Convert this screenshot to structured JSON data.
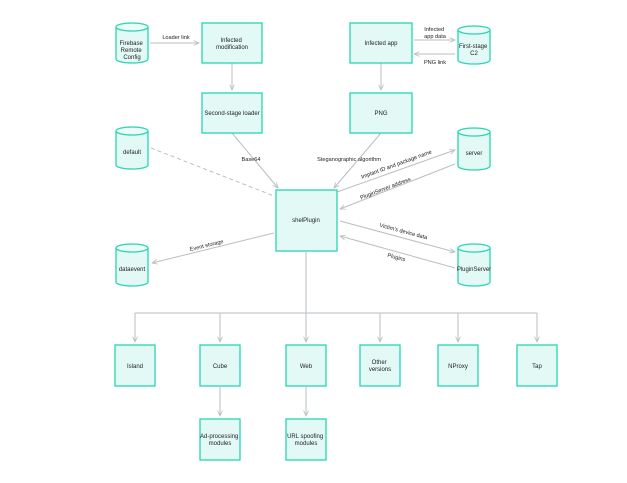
{
  "nodes": {
    "firebase": {
      "lines": [
        "Firebase",
        "Remote",
        "Config"
      ]
    },
    "infected_mod": {
      "lines": [
        "Infected",
        "modification"
      ]
    },
    "infected_app": {
      "lines": [
        "Infected app"
      ]
    },
    "first_stage": {
      "lines": [
        "First-stage",
        "C2"
      ]
    },
    "second_loader": {
      "lines": [
        "Second-stage loader"
      ]
    },
    "png": {
      "lines": [
        "PNG"
      ]
    },
    "default": {
      "lines": [
        "default"
      ]
    },
    "server": {
      "lines": [
        "server"
      ]
    },
    "shelplugin": {
      "lines": [
        "shelPlugin"
      ]
    },
    "dataevent": {
      "lines": [
        "dataevent"
      ]
    },
    "pluginserver": {
      "lines": [
        "PluginServer"
      ]
    },
    "island": {
      "lines": [
        "Island"
      ]
    },
    "cube": {
      "lines": [
        "Cube"
      ]
    },
    "web": {
      "lines": [
        "Web"
      ]
    },
    "other": {
      "lines": [
        "Other",
        "versions"
      ]
    },
    "nproxy": {
      "lines": [
        "NProxy"
      ]
    },
    "tap": {
      "lines": [
        "Tap"
      ]
    },
    "adproc": {
      "lines": [
        "Ad-processing",
        "modules"
      ]
    },
    "urlspoof": {
      "lines": [
        "URL spoofing",
        "modules"
      ]
    }
  },
  "edges": {
    "loader_link": {
      "lines": [
        "Loader link"
      ]
    },
    "app_data": {
      "lines": [
        "Infected",
        "app data"
      ]
    },
    "png_link": {
      "lines": [
        "PNG link"
      ]
    },
    "base64": {
      "lines": [
        "Base64"
      ]
    },
    "stego": {
      "lines": [
        "Steganographic algorithm"
      ]
    },
    "implant": {
      "lines": [
        "Implant ID and package name"
      ]
    },
    "plugin_addr": {
      "lines": [
        "PluginServer address"
      ]
    },
    "event": {
      "lines": [
        "Event storage"
      ]
    },
    "victim": {
      "lines": [
        "Victim's device data"
      ]
    },
    "plugins": {
      "lines": [
        "Plugins"
      ]
    }
  },
  "colors": {
    "node_fill": "#e3f9f5",
    "node_stroke": "#27d6b3",
    "edge": "#b9bfc3",
    "text": "#222222"
  }
}
